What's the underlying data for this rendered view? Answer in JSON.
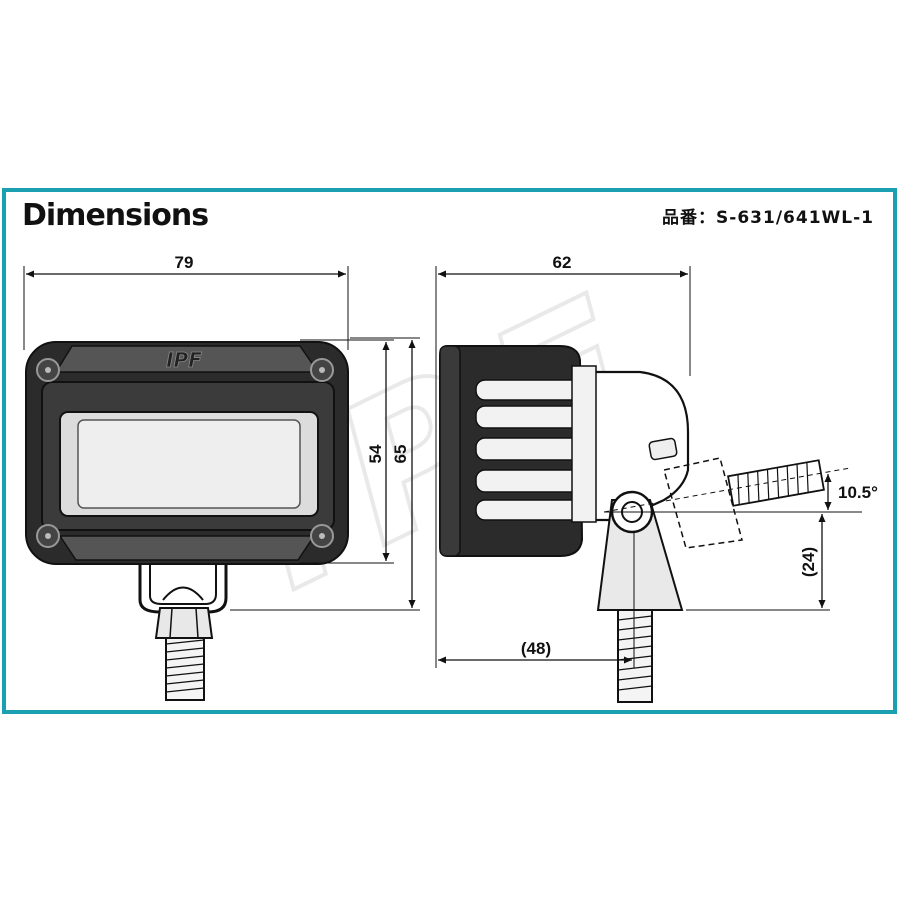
{
  "header": {
    "title": "Dimensions",
    "part_number": "品番：S-631/641WL-1"
  },
  "watermark": "IPF",
  "front_view": {
    "logo_text": "IPF",
    "dims": {
      "width": "79",
      "lens_height": "54",
      "total_height": "65"
    }
  },
  "side_view": {
    "dims": {
      "depth": "62",
      "tilt_angle": "10.5°",
      "stud_height": "(24)",
      "mount_offset": "(48)"
    }
  },
  "colors": {
    "border": "#1aa0b0",
    "line": "#111111",
    "housing": "#2b2b2b",
    "lens": "#eeeeee"
  }
}
